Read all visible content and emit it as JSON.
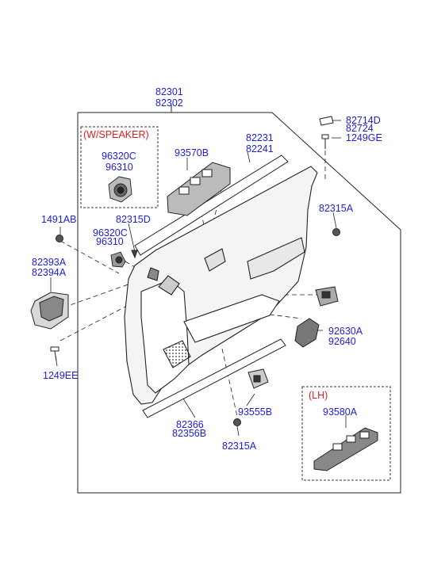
{
  "diagram": {
    "colors": {
      "label": "#1d1dd6",
      "note": "#d81e1e",
      "line": "#222222"
    },
    "labels": {
      "main_1": "82301",
      "main_2": "82302",
      "speaker_note": "(W/SPEAKER)",
      "speaker_1": "96320C",
      "speaker_2": "96310",
      "switch_panel": "93570B",
      "weatherstrip_1": "82231",
      "weatherstrip_2": "82241",
      "clip_top_1": "82714D",
      "clip_top_2": "82724",
      "screw_top": "1249GE",
      "clip_left": "1491AB",
      "fastener_mid": "82315D",
      "speaker_alt_1": "96320C",
      "speaker_alt_2": "96310",
      "clip_right": "82315A",
      "handle_1": "82393A",
      "handle_2": "82394A",
      "lamp_1": "92630A",
      "lamp_2": "92640",
      "screw_left": "1249EE",
      "trim_1": "82366",
      "trim_2": "82356B",
      "switch_small": "93555B",
      "clip_bottom": "82315A",
      "lh_note": "(LH)",
      "lh_switch": "93580A"
    }
  }
}
